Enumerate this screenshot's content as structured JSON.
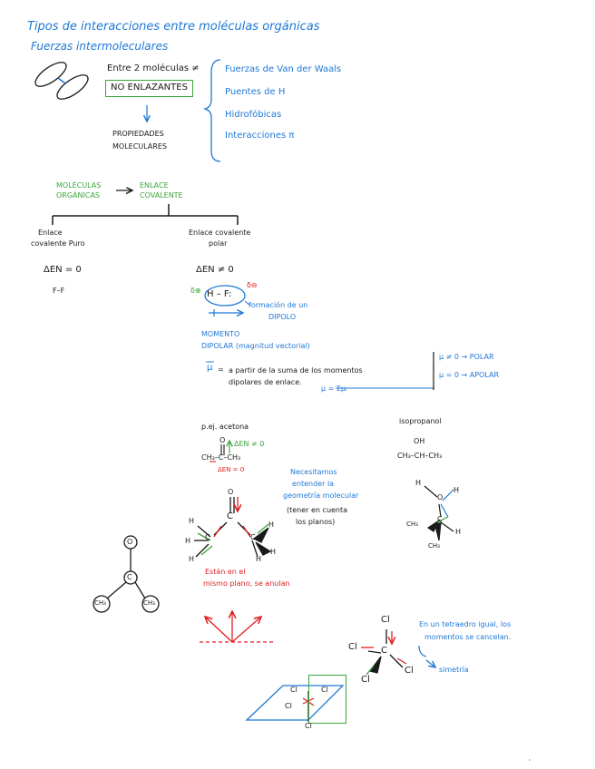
{
  "title": "Tipos de interacciones entre moléculas orgánicas",
  "subtitle": "Fuerzas intermoleculares",
  "intro": {
    "between": "Entre 2 moléculas ≠",
    "non_bonding": "NO ENLAZANTES",
    "properties": [
      "PROPIEDADES",
      "MOLECULARES"
    ],
    "forces": [
      "Fuerzas de Van der Waals",
      "Puentes de H",
      "Hidrofóbicas",
      "Interacciones π"
    ]
  },
  "bond": {
    "organic": [
      "MOLÉCULAS",
      "ORGÁNICAS"
    ],
    "covalent": [
      "ENLACE",
      "COVALENTE"
    ],
    "pure": [
      "Enlace",
      "covalente Puro"
    ],
    "polar": [
      "Enlace covalente",
      "polar"
    ],
    "den_zero": "ΔEN = 0",
    "den_nonzero": "ΔEN ≠ 0",
    "ff": "F–F",
    "hf": "H – F:",
    "delta_plus": "δ⊕",
    "delta_minus": "δ⊖",
    "dipole": [
      "formación de un",
      "DIPOLO"
    ]
  },
  "moment": {
    "label": [
      "MOMENTO",
      "DIPOLAR (magnitud vectorial)"
    ],
    "mu": "μ",
    "desc": [
      "a partir de la suma de los momentos",
      "dipolares de enlace."
    ],
    "formula": "μ = Σμᵢ",
    "polar": "μ ≠ 0  → POLAR",
    "apolar": "μ = 0  → APOLAR"
  },
  "acetone": {
    "label": "p.ej. acetona",
    "formula": "CH₃–C–CH₃",
    "o": "O",
    "den_pos": "ΔEN ≠ 0",
    "den_zero": "ΔEN = 0"
  },
  "isopropanol": {
    "label": "isopropanol",
    "oh": "OH",
    "formula": "CH₃–CH–CH₃"
  },
  "geometry_note": [
    "Necesitamos",
    "entender la",
    "geometría molecular",
    "(tener en cuenta",
    "los planos)"
  ],
  "same_plane_note": [
    "Están en el",
    "mismo plano, se anulan"
  ],
  "tetra_note": [
    "En un tetraedro igual, los",
    "momentos se cancelan."
  ],
  "symmetry": "simetría",
  "atoms": {
    "o": "O",
    "c": "C",
    "ch3": "CH₃",
    "h": "H",
    "cl": "Cl"
  },
  "colors": {
    "blue": "#1e78d6",
    "green": "#3aa53a",
    "red": "#e02020",
    "ink": "#1a1a1a"
  }
}
